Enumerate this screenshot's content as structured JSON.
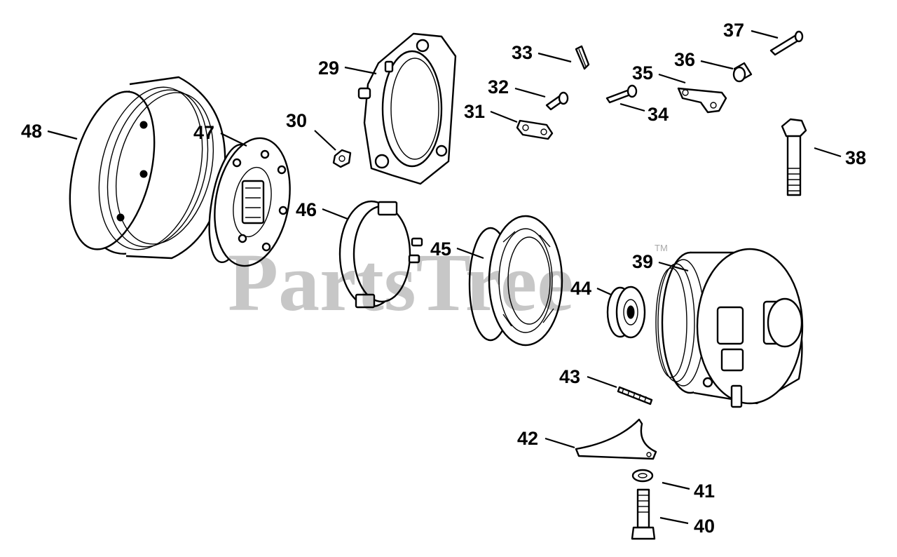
{
  "watermark": {
    "text": "PartsTree",
    "trademark": "TM"
  },
  "callouts": [
    "48",
    "47",
    "46",
    "45",
    "44",
    "43",
    "42",
    "41",
    "40",
    "39",
    "38",
    "37",
    "36",
    "35",
    "34",
    "33",
    "32",
    "31",
    "30",
    "29"
  ],
  "parts": {
    "p29": "29",
    "p30": "30",
    "p31": "31",
    "p32": "32",
    "p33": "33",
    "p34": "34",
    "p35": "35",
    "p36": "36",
    "p37": "37",
    "p38": "38",
    "p39": "39",
    "p40": "40",
    "p41": "41",
    "p42": "42",
    "p43": "43",
    "p44": "44",
    "p45": "45",
    "p46": "46",
    "p47": "47",
    "p48": "48"
  }
}
